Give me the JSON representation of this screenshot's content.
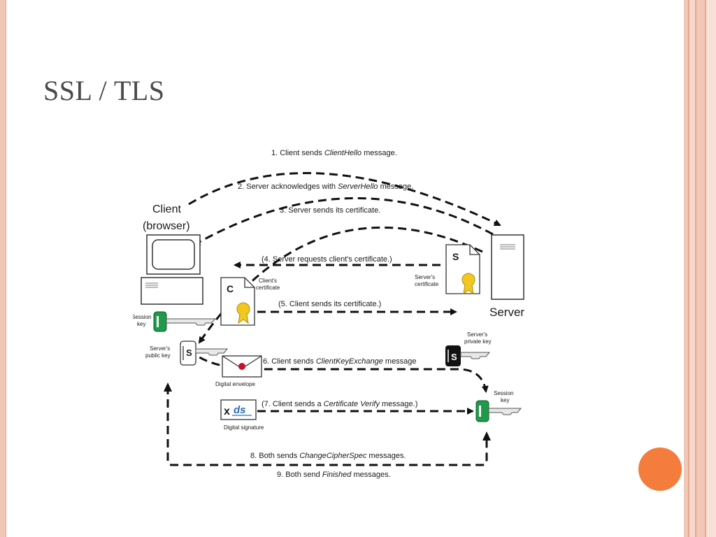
{
  "slide": {
    "title": "SSL / TLS",
    "accent_color": "#f47c3c",
    "border_color": "#f1c7b8"
  },
  "diagram": {
    "client_label_line1": "Client",
    "client_label_line2": "(browser)",
    "server_label": "Server",
    "steps": {
      "step1_pre": "1. Client sends ",
      "step1_em": "ClientHello",
      "step1_post": " message.",
      "step2_pre": "2. Server acknowledges with ",
      "step2_em": "ServerHello",
      "step2_post": " message.",
      "step3": "3. Server sends its certificate.",
      "step4": "(4. Server requests client's certificate.)",
      "step5": "(5. Client sends its certificate.)",
      "step6_pre": "6. Client sends ",
      "step6_em": "ClientKeyExchange",
      "step6_post": " message",
      "step7_pre": "(7. Client sends a ",
      "step7_em": "Certificate Verify",
      "step7_post": " message.)",
      "step8_pre": "8. Both sends ",
      "step8_em": "ChangeCipherSpec",
      "step8_post": " messages.",
      "step9_pre": "9. Both send ",
      "step9_em": "Finished",
      "step9_post": " messages."
    },
    "labels": {
      "client_cert_line1": "Client's",
      "client_cert_line2": "certificate",
      "server_cert_line1": "Server's",
      "server_cert_line2": "certificate",
      "session_key_left_line1": "Session",
      "session_key_left_line2": "key",
      "server_public_key_line1": "Server's",
      "server_public_key_line2": "public key",
      "server_private_key_line1": "Server's",
      "server_private_key_line2": "private key",
      "digital_envelope": "Digital envelope",
      "digital_signature": "Digital signature",
      "session_key_right_line1": "Session",
      "session_key_right_line2": "key",
      "cert_letter_c": "C",
      "cert_letter_s": "S",
      "key_letter_s": "S",
      "signature_x": "x",
      "signature_ds": "ds"
    },
    "colors": {
      "key_green": "#1f9a4a",
      "seal_yellow": "#f2c81e",
      "envelope_seal": "#c8102e",
      "signature_blue": "#2b6fb8"
    }
  }
}
